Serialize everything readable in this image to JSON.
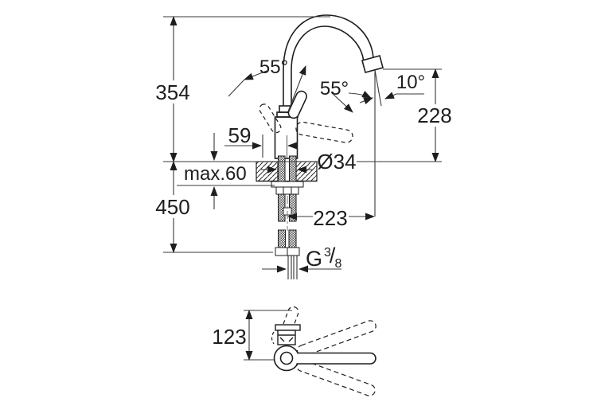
{
  "drawing": {
    "kind": "faucet-installation-dimension-drawing",
    "line_color": "#1e1e1e",
    "background": "#ffffff"
  },
  "labels": {
    "height_total": "354",
    "hose_length": "450",
    "base_offset": "59",
    "deck_thickness_max": "max.60",
    "hole_diameter": "Ø34",
    "spout_projection": "223",
    "outlet_height": "228",
    "top_view_clearance": "123",
    "stream_angle": "10°",
    "lever_angle": "55°",
    "spout_swivel_angle": "55°",
    "thread": {
      "g": "G",
      "sup": "3",
      "slash": "/",
      "sub": "8"
    }
  }
}
